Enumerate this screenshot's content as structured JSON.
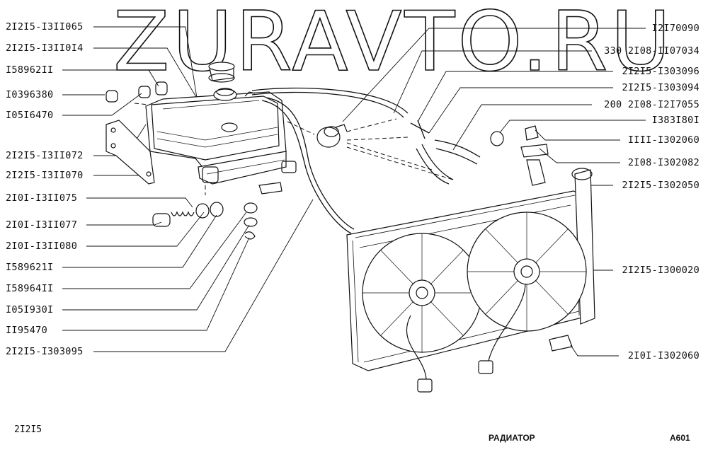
{
  "watermark": "ZURAVTO.RU",
  "title": "РАДИАТОР",
  "page_code": "A601",
  "model": "2I2I5",
  "labels_left": [
    "2I2I5-I3II065",
    "2I2I5-I3II0I4",
    "I58962II",
    "I0396380",
    "I05I6470",
    "2I2I5-I3II072",
    "2I2I5-I3II070",
    "2I0I-I3II075",
    "2I0I-I3II077",
    "2I0I-I3II080",
    "I589621I",
    "I58964II",
    "I05I930I",
    "II95470",
    "2I2I5-I303095"
  ],
  "labels_right": [
    "I2I70090",
    "330 2I08-II07034",
    "2I2I5-I303096",
    "2I2I5-I303094",
    "200 2I08-I2I7055",
    "I383I80I",
    "IIII-I302060",
    "2I08-I302082",
    "2I2I5-I302050",
    "2I2I5-I300020",
    "2I0I-I302060"
  ]
}
